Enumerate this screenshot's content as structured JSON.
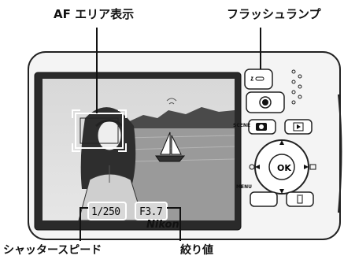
{
  "callouts": {
    "af_area": "AF エリア表示",
    "flash_lamp": "フラッシュランプ",
    "shutter_speed": "シャッタースピード",
    "aperture": "絞り値"
  },
  "screen": {
    "shutter_value": "1/250",
    "aperture_value": "F3.7"
  },
  "camera": {
    "brand": "Nikon",
    "ok_label": "OK",
    "scene_label": "SCENE",
    "menu_label": "MENU"
  }
}
